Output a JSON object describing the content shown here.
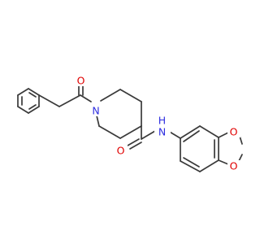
{
  "molecule": {
    "colors": {
      "bond": "#3a3a3a",
      "carbon": "#3a3a3a",
      "nitrogen": "#2F2FE0",
      "oxygen": "#E00000",
      "background": "#ffffff"
    },
    "atom_labels": {
      "o_acyl": "O",
      "n_pip": "N",
      "o_amide": "O",
      "nh_amide": "N",
      "h_amide": "H",
      "o_dioxole_top": "O",
      "o_dioxole_bottom": "O"
    }
  }
}
